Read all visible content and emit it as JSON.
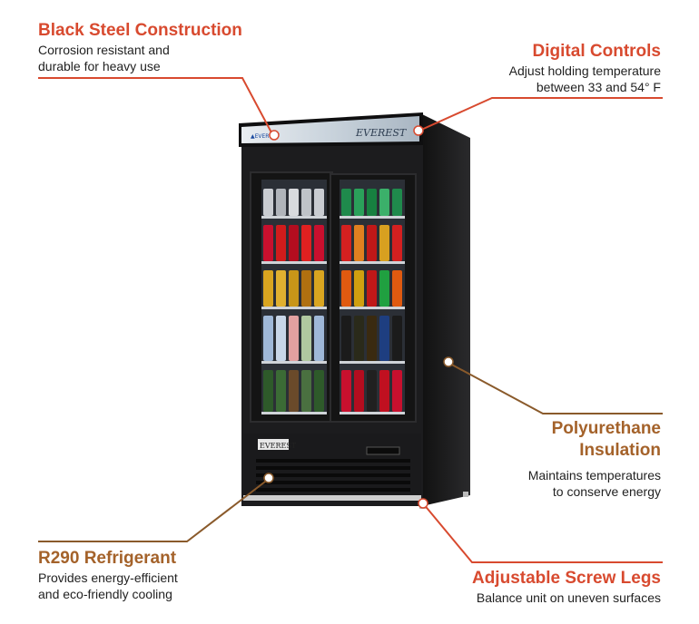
{
  "colors": {
    "red_title": "#d84a2f",
    "brown_title": "#a4622a",
    "red_line": "#d84a2f",
    "brown_line": "#8a5a2b",
    "cabinet": "#1c1c1e",
    "glass": "#2b2f36"
  },
  "callouts": [
    {
      "id": "black-steel",
      "title": "Black Steel Construction",
      "desc_lines": [
        "Corrosion resistant and",
        "durable for heavy use"
      ]
    },
    {
      "id": "digital-controls",
      "title": "Digital Controls",
      "desc_lines": [
        "Adjust holding temperature",
        "between 33 and 54° F"
      ]
    },
    {
      "id": "insulation",
      "title_lines": [
        "Polyurethane",
        "Insulation"
      ],
      "desc_lines": [
        "Maintains temperatures",
        "to conserve energy"
      ]
    },
    {
      "id": "refrigerant",
      "title": "R290 Refrigerant",
      "desc_lines": [
        "Provides energy-efficient",
        "and eco-friendly cooling"
      ]
    },
    {
      "id": "screw-legs",
      "title": "Adjustable Screw Legs",
      "desc_lines": [
        "Balance unit on uneven surfaces"
      ]
    }
  ],
  "product": {
    "header_brand": "EVEREST",
    "kick_brand": "EVEREST"
  }
}
